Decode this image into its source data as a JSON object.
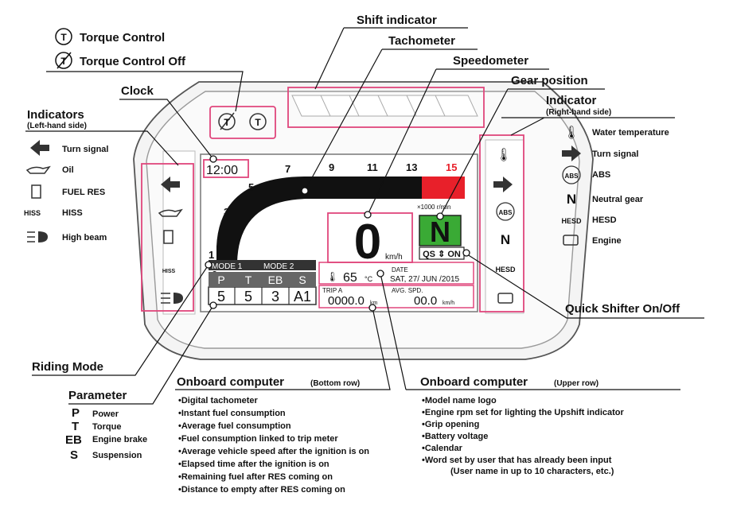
{
  "callouts": {
    "shift_indicator": "Shift indicator",
    "tachometer": "Tachometer",
    "speedometer": "Speedometer",
    "gear_position": "Gear position",
    "clock": "Clock",
    "torque_control": "Torque Control",
    "torque_control_off": "Torque Control Off",
    "indicators_left_title": "Indicators",
    "indicators_left_sub": "(Left-hand side)",
    "indicator_right_title": "Indicator",
    "indicator_right_sub": "(Right-hand side)",
    "quick_shifter": "Quick Shifter On/Off",
    "riding_mode": "Riding Mode",
    "parameter": "Parameter"
  },
  "left_indicators": [
    {
      "icon": "turn-signal-left-icon",
      "label": "Turn signal"
    },
    {
      "icon": "oil-icon",
      "label": "Oil"
    },
    {
      "icon": "fuel-res-icon",
      "label": "FUEL RES"
    },
    {
      "icon": "hiss-icon",
      "label": "HISS",
      "icon_text": "HISS"
    },
    {
      "icon": "high-beam-icon",
      "label": "High beam"
    }
  ],
  "right_indicators": [
    {
      "icon": "water-temperature-icon",
      "label": "Water temperature"
    },
    {
      "icon": "turn-signal-right-icon",
      "label": "Turn signal"
    },
    {
      "icon": "abs-icon",
      "label": "ABS",
      "icon_text": "ABS"
    },
    {
      "icon": "neutral-gear-icon",
      "label": "Neutral gear",
      "icon_text": "N"
    },
    {
      "icon": "hesd-icon",
      "label": "HESD",
      "icon_text": "HESD"
    },
    {
      "icon": "engine-icon",
      "label": "Engine"
    }
  ],
  "parameters": [
    {
      "code": "P",
      "label": "Power"
    },
    {
      "code": "T",
      "label": "Torque"
    },
    {
      "code": "EB",
      "label": "Engine brake"
    },
    {
      "code": "S",
      "label": "Suspension"
    }
  ],
  "onboard_bottom": {
    "title": "Onboard computer",
    "subtitle": "(Bottom row)",
    "items": [
      "•Digital tachometer",
      "•Instant fuel consumption",
      "•Average fuel consumption",
      "•Fuel consumption linked to trip meter",
      "•Average vehicle speed after the ignition is on",
      "•Elapsed time after the ignition is on",
      "•Remaining fuel after RES coming on",
      "•Distance to empty after RES coming on"
    ]
  },
  "onboard_upper": {
    "title": "Onboard computer",
    "subtitle": "(Upper row)",
    "items": [
      "•Model name logo",
      "•Engine rpm set for lighting the Upshift indicator",
      "•Grip opening",
      "•Battery voltage",
      "•Calendar",
      "•Word set by user that has already been input"
    ],
    "note": "(User name in up to 10 characters, etc.)"
  },
  "display": {
    "clock": "12:00",
    "tach_scale": [
      "0",
      "1",
      "3",
      "5",
      "7",
      "9",
      "11",
      "13",
      "15"
    ],
    "tach_unit": "×1000 r/min",
    "speed": "0",
    "speed_unit": "km/h",
    "gear": "N",
    "qs": "QS ⇕ ON",
    "mode1": "MODE 1",
    "mode2": "MODE 2",
    "param_codes": [
      "P",
      "T",
      "EB",
      "S"
    ],
    "param_values": [
      "5",
      "5",
      "3",
      "A1"
    ],
    "temp": "65",
    "temp_unit": "°C",
    "date_label": "DATE",
    "date_value": "SAT, 27/ JUN /2015",
    "trip_label": "TRIP A",
    "trip_value": "0000.0",
    "trip_unit": "km",
    "avg_label": "AVG. SPD.",
    "avg_value": "00.0",
    "avg_unit": "km/h",
    "icon_abs": "ABS",
    "icon_n": "N",
    "icon_hesd": "HESD",
    "icon_hiss": "HISS"
  },
  "colors": {
    "callout_pink": "#e0467c",
    "redline": "#e8202a",
    "gear_green": "#3aaa35",
    "mode_bar": "#333333"
  }
}
